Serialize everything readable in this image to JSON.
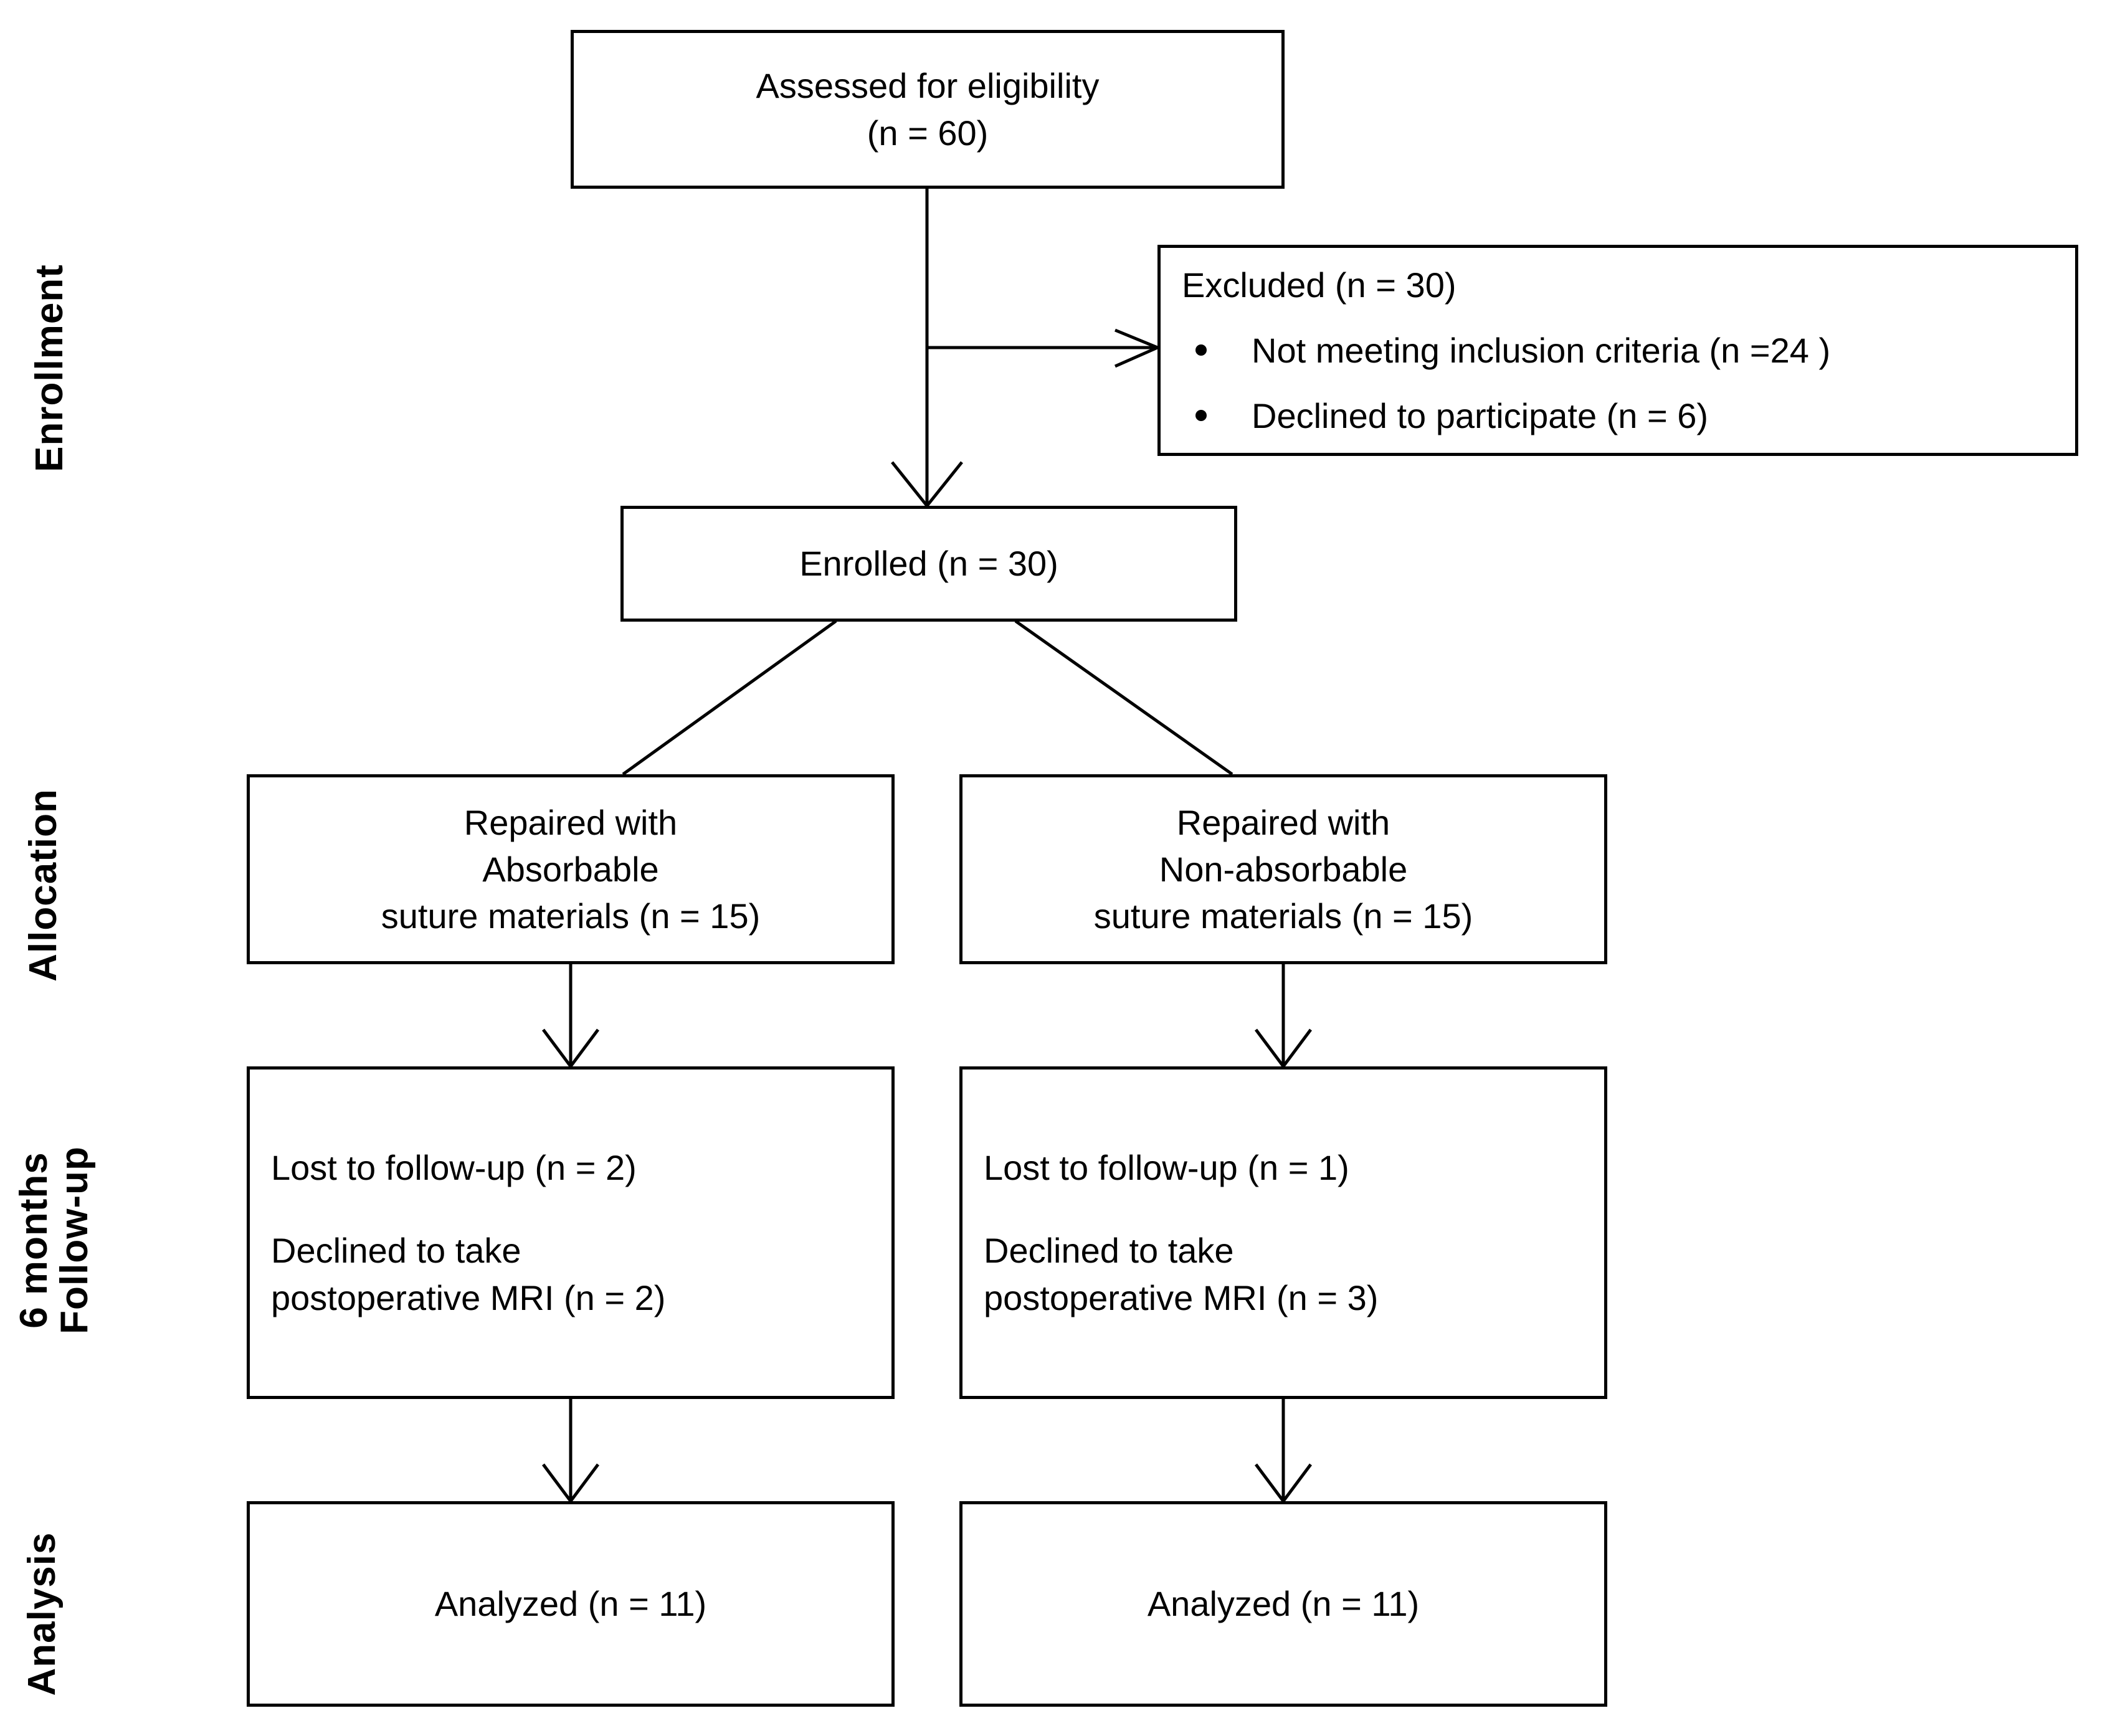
{
  "diagram": {
    "title": "CONSORT participant flow diagram",
    "stroke_color": "#000000",
    "background_color": "#ffffff"
  },
  "phases": [
    {
      "name": "enrollment",
      "label": "Enrollment"
    },
    {
      "name": "allocation",
      "label": "Allocation"
    },
    {
      "name": "followup",
      "label_line1": "6 months",
      "label_line2": "Follow-up"
    },
    {
      "name": "analysis",
      "label": "Analysis"
    }
  ],
  "nodes": {
    "assessed": {
      "line1": "Assessed for eligibility",
      "line2": "(n = 60)"
    },
    "excluded": {
      "title": "Excluded (n = 30)",
      "reasons": [
        "Not meeting inclusion criteria (n =24 )",
        "Declined to participate (n = 6)"
      ]
    },
    "enrolled": {
      "line1": "Enrolled (n = 30)"
    },
    "alloc_left": {
      "line1": "Repaired with",
      "line2": "Absorbable",
      "line3": "suture materials (n = 15)"
    },
    "alloc_right": {
      "line1": "Repaired with",
      "line2": "Non-absorbable",
      "line3": "suture materials (n = 15)"
    },
    "followup_left": {
      "line1": "Lost to follow-up (n = 2)",
      "line2": "Declined to take",
      "line3": "postoperative MRI (n = 2)"
    },
    "followup_right": {
      "line1": "Lost to follow-up (n = 1)",
      "line2": "Declined to take",
      "line3": "postoperative MRI (n = 3)"
    },
    "analysis_left": {
      "line1": "Analyzed (n = 11)"
    },
    "analysis_right": {
      "line1": "Analyzed (n = 11)"
    }
  },
  "counts": {
    "assessed_n": 60,
    "excluded_n": 30,
    "not_meeting_criteria_n": 24,
    "declined_participate_n": 6,
    "enrolled_n": 30,
    "alloc_left_n": 15,
    "alloc_right_n": 15,
    "lost_followup_left_n": 2,
    "declined_mri_left_n": 2,
    "lost_followup_right_n": 1,
    "declined_mri_right_n": 3,
    "analyzed_left_n": 11,
    "analyzed_right_n": 11
  }
}
